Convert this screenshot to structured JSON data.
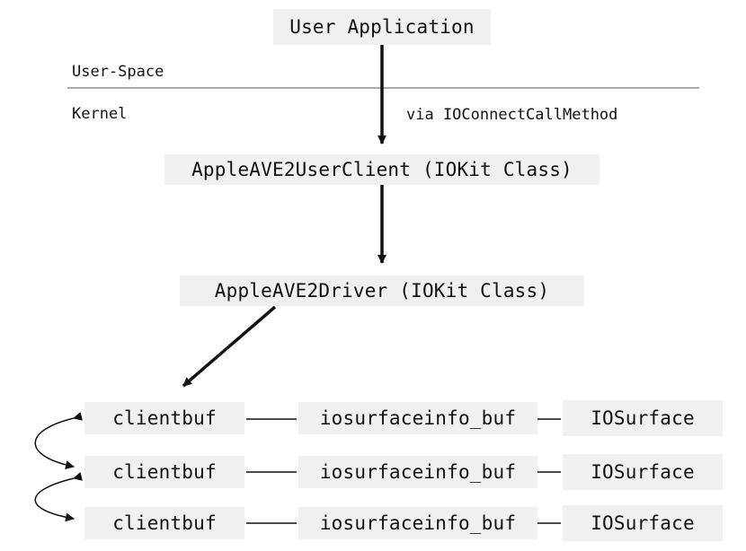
{
  "nodes": {
    "user_app": "User Application",
    "user_client": "AppleAVE2UserClient (IOKit Class)",
    "driver": "AppleAVE2Driver (IOKit Class)"
  },
  "regions": {
    "user_space": "User-Space",
    "kernel": "Kernel"
  },
  "edge_labels": {
    "call": "via IOConnectCallMethod"
  },
  "rows": [
    {
      "clientbuf": "clientbuf",
      "info": "iosurfaceinfo_buf",
      "surface": "IOSurface"
    },
    {
      "clientbuf": "clientbuf",
      "info": "iosurfaceinfo_buf",
      "surface": "IOSurface"
    },
    {
      "clientbuf": "clientbuf",
      "info": "iosurfaceinfo_buf",
      "surface": "IOSurface"
    }
  ]
}
